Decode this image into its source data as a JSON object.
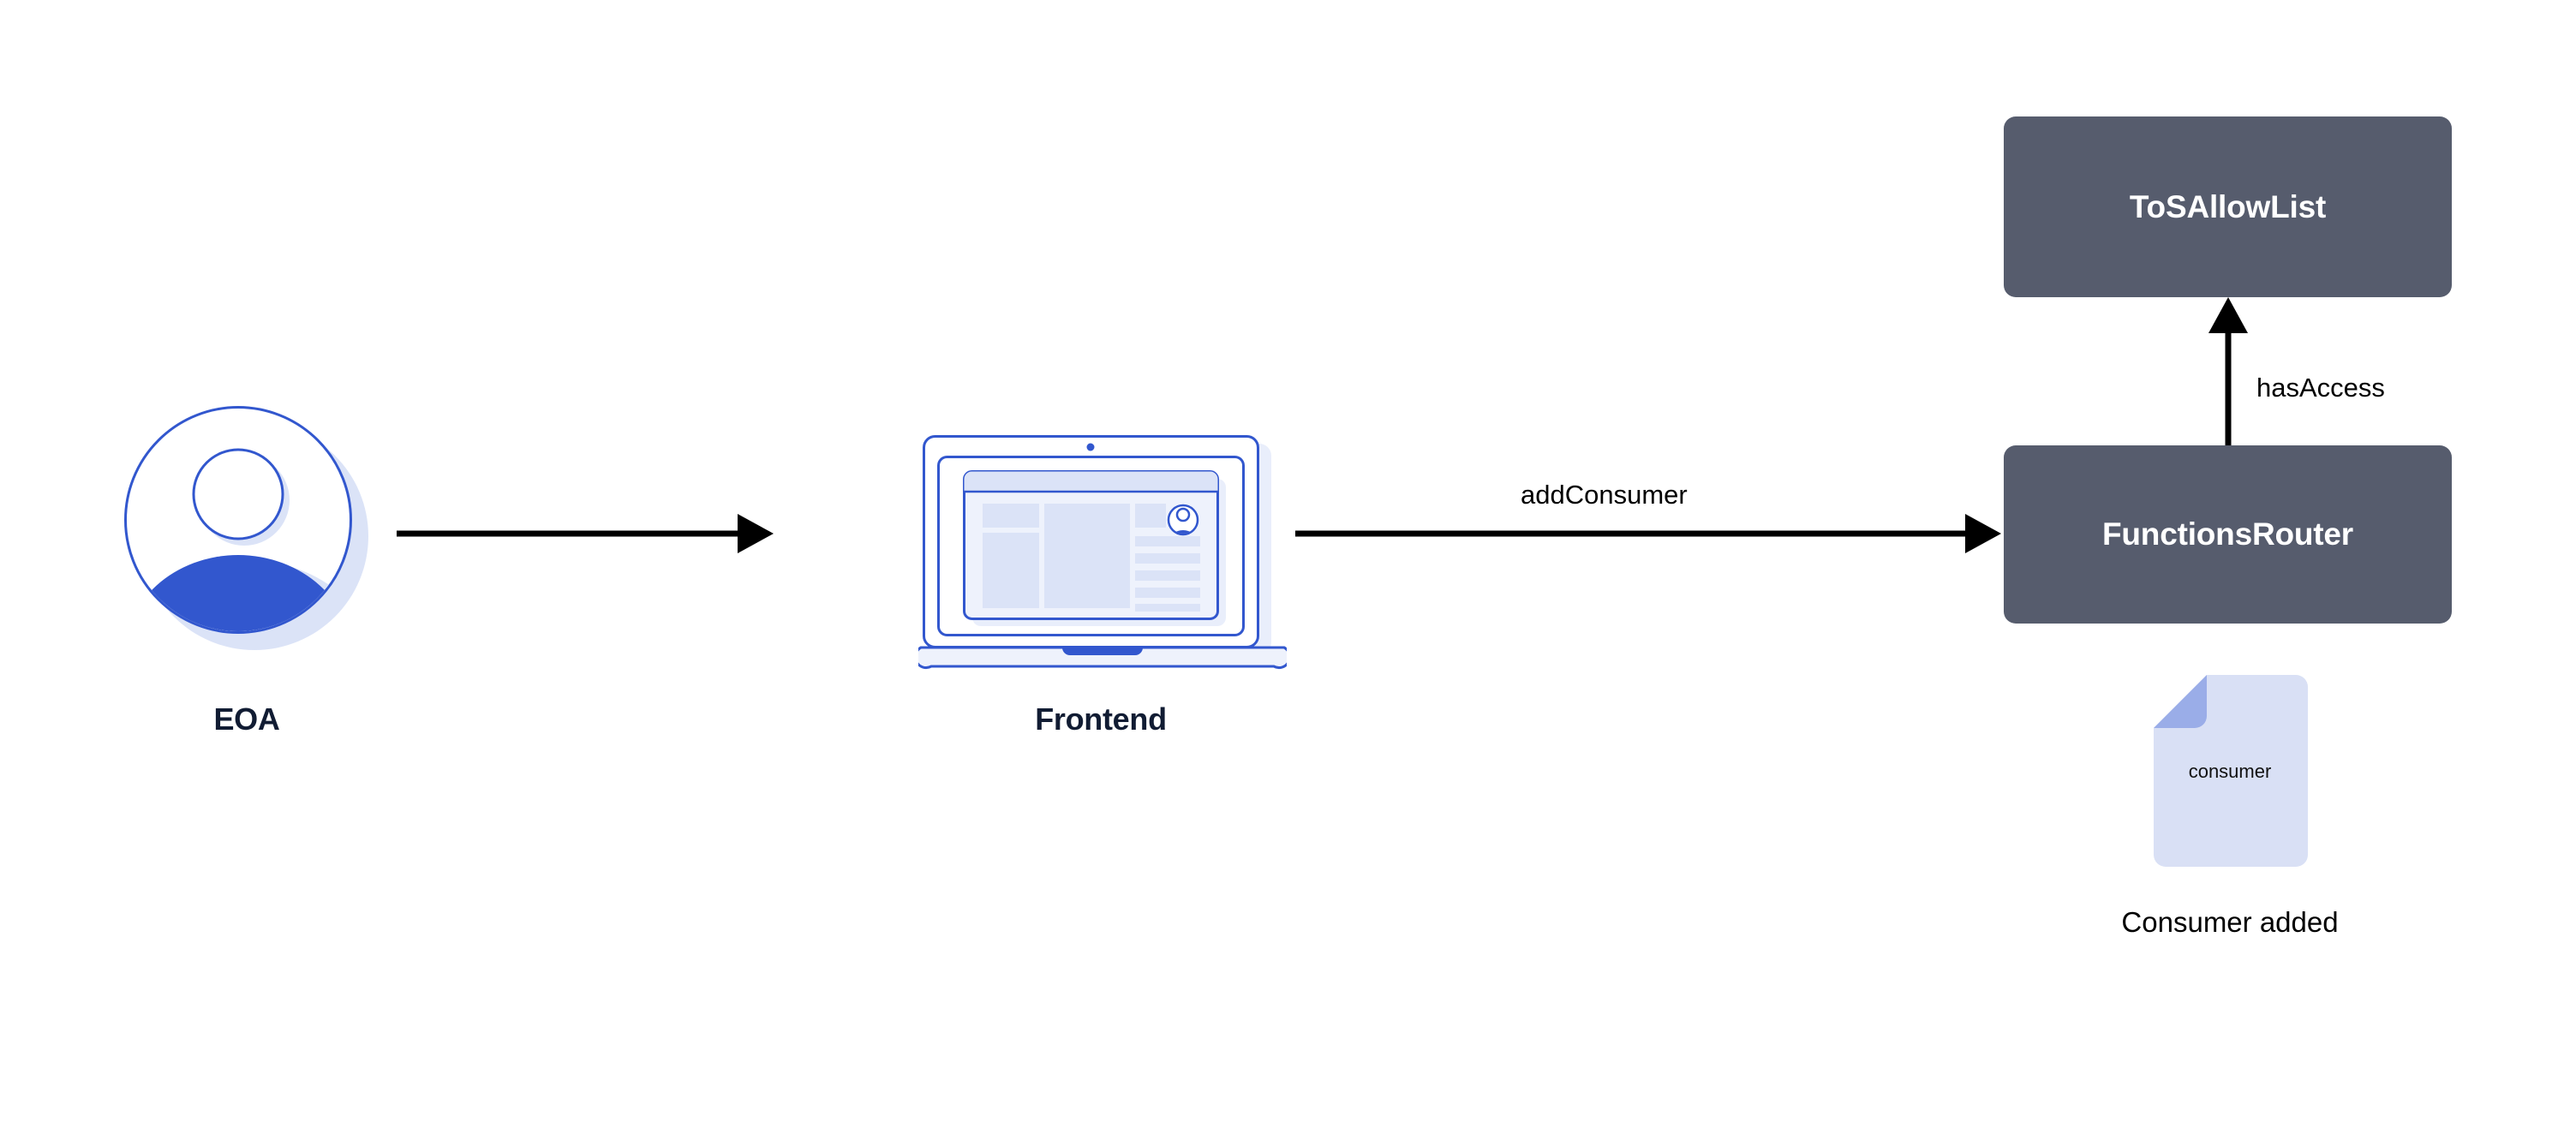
{
  "diagram": {
    "title": "Functions consumer registration flow",
    "background_color": "#ffffff"
  },
  "nodes": [
    {
      "id": "eoa",
      "type": "actor",
      "icon": "user-avatar-icon",
      "label": "EOA"
    },
    {
      "id": "frontend",
      "type": "device",
      "icon": "laptop-icon",
      "label": "Frontend"
    },
    {
      "id": "tosallowlist",
      "type": "contract-box",
      "label": "ToSAllowList",
      "fill": "#565c6d",
      "text_color": "#ffffff"
    },
    {
      "id": "functionsrouter",
      "type": "contract-box",
      "label": "FunctionsRouter",
      "fill": "#565c6d",
      "text_color": "#ffffff"
    },
    {
      "id": "consumer-doc",
      "type": "document",
      "icon": "document-icon",
      "label": "consumer",
      "caption": "Consumer added",
      "fill": "#d9e0f5",
      "fold_fill": "#9aade8"
    }
  ],
  "edges": [
    {
      "id": "eoa-to-frontend",
      "from": "eoa",
      "to": "frontend",
      "label": "",
      "direction": "right",
      "color": "#000000"
    },
    {
      "id": "frontend-to-router",
      "from": "frontend",
      "to": "functionsrouter",
      "label": "addConsumer",
      "direction": "right",
      "color": "#000000"
    },
    {
      "id": "router-to-tosallowlist",
      "from": "functionsrouter",
      "to": "tosallowlist",
      "label": "hasAccess",
      "direction": "up",
      "color": "#000000"
    }
  ],
  "labels": {
    "eoa": "EOA",
    "frontend": "Frontend",
    "tosallowlist": "ToSAllowList",
    "functionsrouter": "FunctionsRouter",
    "add_consumer": "addConsumer",
    "has_access": "hasAccess",
    "consumer_doc": "consumer",
    "consumer_added": "Consumer added"
  },
  "colors": {
    "accent_blue": "#3257ce",
    "light_blue": "#dbe3f7",
    "pale_blue": "#eef2fc",
    "box_gray": "#565c6d",
    "caption_navy": "#111c33",
    "arrow_black": "#000000",
    "doc_body": "#d9e0f5",
    "doc_fold": "#9aade8"
  }
}
